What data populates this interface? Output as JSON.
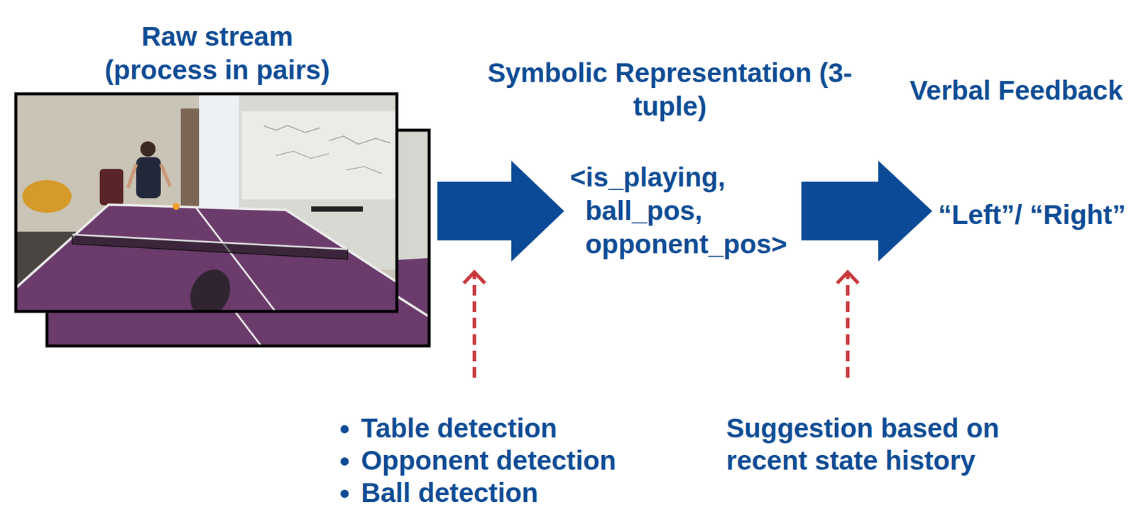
{
  "diagram": {
    "nodes": [
      {
        "text": [
          "Raw stream (process in pairs)"
        ]
      },
      {
        "text": [
          "Symbolic Representation (3-tuple)",
          "<is_playing, ball_pos, opponent_pos>"
        ]
      },
      {
        "text": [
          "Verbal Feedback",
          "“Left”/ “Right”"
        ]
      }
    ],
    "edges": [
      {
        "from": 0,
        "to": 1,
        "arrow": "to"
      },
      {
        "from": 1,
        "to": 2,
        "arrow": "to"
      }
    ],
    "labels": [
      "Table detection",
      "Opponent detection",
      "Ball detection",
      "Suggestion based on recent state history"
    ]
  }
}
